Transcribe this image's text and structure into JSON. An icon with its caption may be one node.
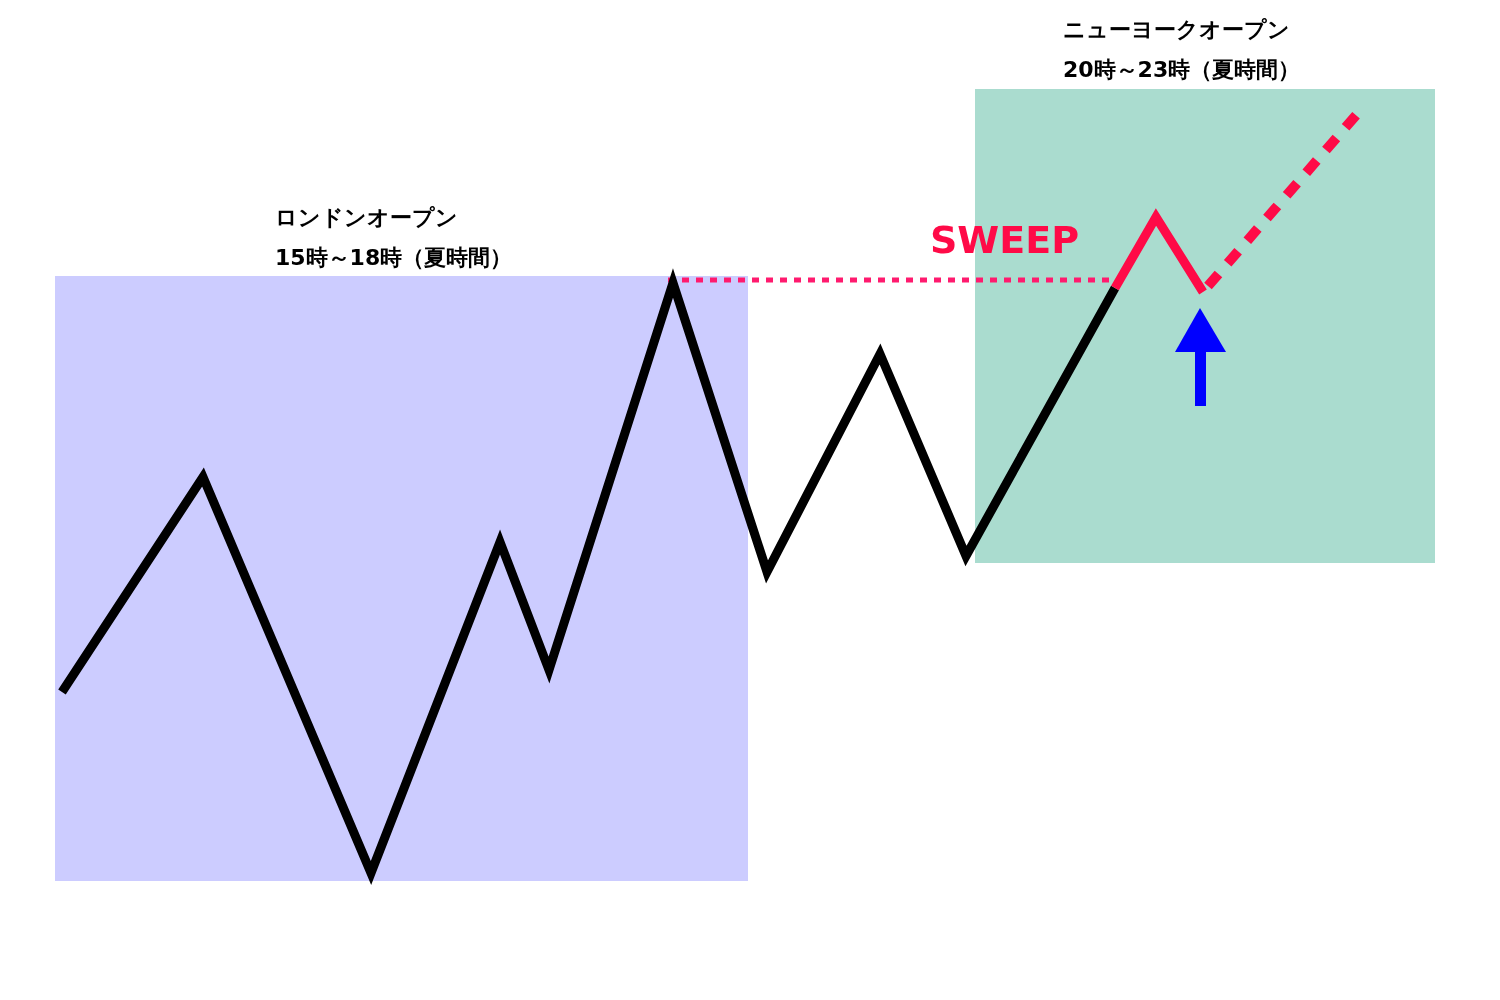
{
  "diagram": {
    "nodes": [
      {
        "text": [
          "ロンドンオープン",
          "15時～18時（夏時間）"
        ]
      },
      {
        "text": [
          "ニューヨークオープン",
          "20時～23時（夏時間）"
        ]
      }
    ],
    "labels": [
      "SWEEP"
    ]
  }
}
